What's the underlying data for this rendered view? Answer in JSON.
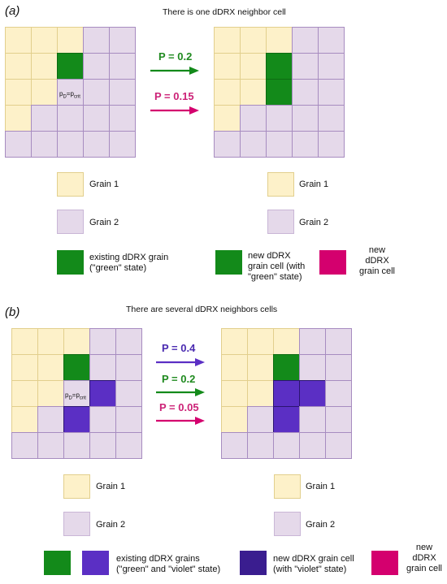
{
  "colors": {
    "grain1": "#fdf1c9",
    "grain2": "#e5d9ea",
    "grid_line_grain1": "#e2cf8d",
    "grid_line_grain2": "#a78cc0",
    "green": "#138a1a",
    "violet": "#5b2fc4",
    "dark_violet": "#3a1d8f",
    "magenta": "#d4006e",
    "p_green": "#1f8a1f",
    "p_magenta": "#cc2277",
    "p_violet": "#4a2ab0"
  },
  "panel_a": {
    "label": "(a)",
    "caption": "There is one dDRX neighbor cell",
    "pd_label": {
      "main": "p",
      "sub1": "D",
      "eq": "=p",
      "sub2": "crit"
    },
    "probabilities": [
      "P = 0.2",
      "P = 0.15"
    ],
    "legend": {
      "grain1": "Grain 1",
      "grain2": "Grain 2",
      "existing": [
        "existing dDRX grain",
        "(\"green\" state)"
      ],
      "new_cell": [
        "new dDRX",
        "grain cell (with",
        "\"green\" state)"
      ],
      "new_grain": [
        "new",
        "dDRX",
        "grain cell"
      ]
    },
    "grid_left": [
      [
        "g1",
        "g1",
        "g1",
        "g2",
        "g2"
      ],
      [
        "g1",
        "g1",
        "green",
        "g2",
        "g2"
      ],
      [
        "g1",
        "g1",
        "g2",
        "g2",
        "g2"
      ],
      [
        "g1",
        "g2",
        "g2",
        "g2",
        "g2"
      ],
      [
        "g2",
        "g2",
        "g2",
        "g2",
        "g2"
      ]
    ],
    "grid_right": [
      [
        "g1",
        "g1",
        "g1",
        "g2",
        "g2"
      ],
      [
        "g1",
        "g1",
        "green",
        "g2",
        "g2"
      ],
      [
        "g1",
        "g1",
        "green",
        "g2",
        "g2"
      ],
      [
        "g1",
        "g2",
        "g2",
        "g2",
        "g2"
      ],
      [
        "g2",
        "g2",
        "g2",
        "g2",
        "g2"
      ]
    ]
  },
  "panel_b": {
    "label": "(b)",
    "caption": "There are several dDRX neighbors cells",
    "pd_label": {
      "main": "p",
      "sub1": "D",
      "eq": "=p",
      "sub2": "crit"
    },
    "probabilities": [
      "P = 0.4",
      "P = 0.2",
      "P = 0.05"
    ],
    "legend": {
      "grain1": "Grain 1",
      "grain2": "Grain 2",
      "existing": [
        "existing dDRX grains",
        "(\"green\" and \"violet\" state)"
      ],
      "new_cell": [
        "new dDRX grain cell",
        "(with \"violet\" state)"
      ],
      "new_grain": [
        "new",
        "dDRX",
        "grain cell"
      ]
    },
    "grid_left": [
      [
        "g1",
        "g1",
        "g1",
        "g2",
        "g2"
      ],
      [
        "g1",
        "g1",
        "green",
        "g2",
        "g2"
      ],
      [
        "g1",
        "g1",
        "g2",
        "violet",
        "g2"
      ],
      [
        "g1",
        "g2",
        "violet",
        "g2",
        "g2"
      ],
      [
        "g2",
        "g2",
        "g2",
        "g2",
        "g2"
      ]
    ],
    "grid_right": [
      [
        "g1",
        "g1",
        "g1",
        "g2",
        "g2"
      ],
      [
        "g1",
        "g1",
        "green",
        "g2",
        "g2"
      ],
      [
        "g1",
        "g1",
        "violet",
        "violet",
        "g2"
      ],
      [
        "g1",
        "g2",
        "violet",
        "g2",
        "g2"
      ],
      [
        "g2",
        "g2",
        "g2",
        "g2",
        "g2"
      ]
    ]
  }
}
